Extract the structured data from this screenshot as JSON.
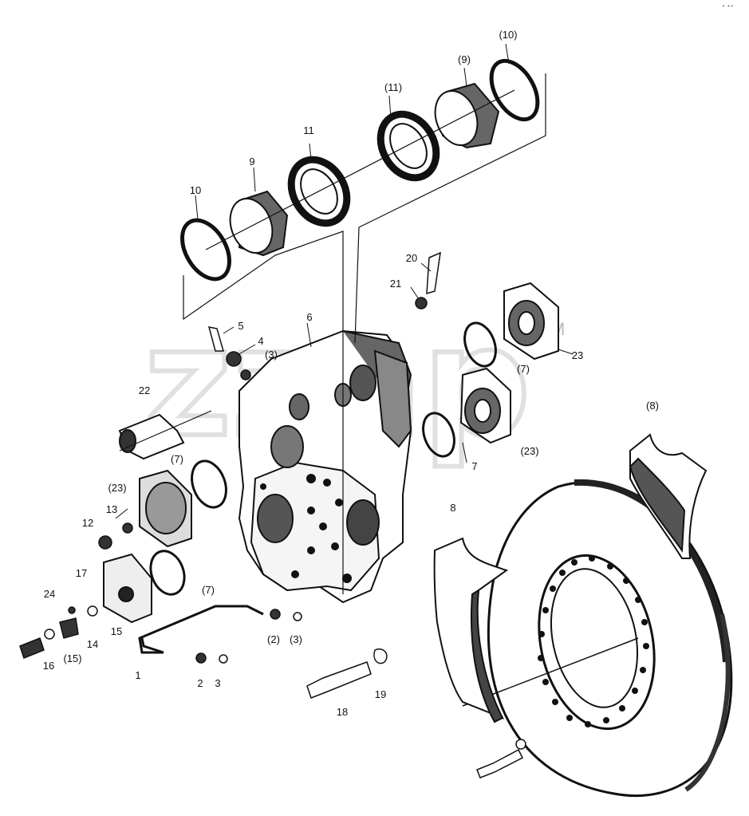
{
  "watermark": "zzap",
  "watermark_suffix": "M",
  "colors": {
    "ink": "#111111",
    "shade": "#555555",
    "watermark": "#c8c8c8"
  },
  "callouts": [
    {
      "id": "c-10p",
      "label": "(10)"
    },
    {
      "id": "c-9p",
      "label": "(9)"
    },
    {
      "id": "c-11p",
      "label": "(11)"
    },
    {
      "id": "c-11",
      "label": "11"
    },
    {
      "id": "c-9",
      "label": "9"
    },
    {
      "id": "c-10",
      "label": "10"
    },
    {
      "id": "c-20",
      "label": "20"
    },
    {
      "id": "c-21",
      "label": "21"
    },
    {
      "id": "c-5",
      "label": "5"
    },
    {
      "id": "c-6",
      "label": "6"
    },
    {
      "id": "c-4",
      "label": "4"
    },
    {
      "id": "c-3p-top",
      "label": "(3)"
    },
    {
      "id": "c-23",
      "label": "23"
    },
    {
      "id": "c-7p-right",
      "label": "(7)"
    },
    {
      "id": "c-22",
      "label": "22"
    },
    {
      "id": "c-8p",
      "label": "(8)"
    },
    {
      "id": "c-23p-right",
      "label": "(23)"
    },
    {
      "id": "c-7-right",
      "label": "7"
    },
    {
      "id": "c-7p-left",
      "label": "(7)"
    },
    {
      "id": "c-23p-left",
      "label": "(23)"
    },
    {
      "id": "c-13",
      "label": "13"
    },
    {
      "id": "c-12",
      "label": "12"
    },
    {
      "id": "c-8",
      "label": "8"
    },
    {
      "id": "c-17",
      "label": "17"
    },
    {
      "id": "c-7p-lower",
      "label": "(7)"
    },
    {
      "id": "c-24",
      "label": "24"
    },
    {
      "id": "c-15",
      "label": "15"
    },
    {
      "id": "c-14",
      "label": "14"
    },
    {
      "id": "c-2p",
      "label": "(2)"
    },
    {
      "id": "c-3p",
      "label": "(3)"
    },
    {
      "id": "c-16",
      "label": "16"
    },
    {
      "id": "c-15p",
      "label": "(15)"
    },
    {
      "id": "c-1",
      "label": "1"
    },
    {
      "id": "c-2",
      "label": "2"
    },
    {
      "id": "c-3",
      "label": "3"
    },
    {
      "id": "c-19",
      "label": "19"
    },
    {
      "id": "c-18",
      "label": "18"
    }
  ]
}
